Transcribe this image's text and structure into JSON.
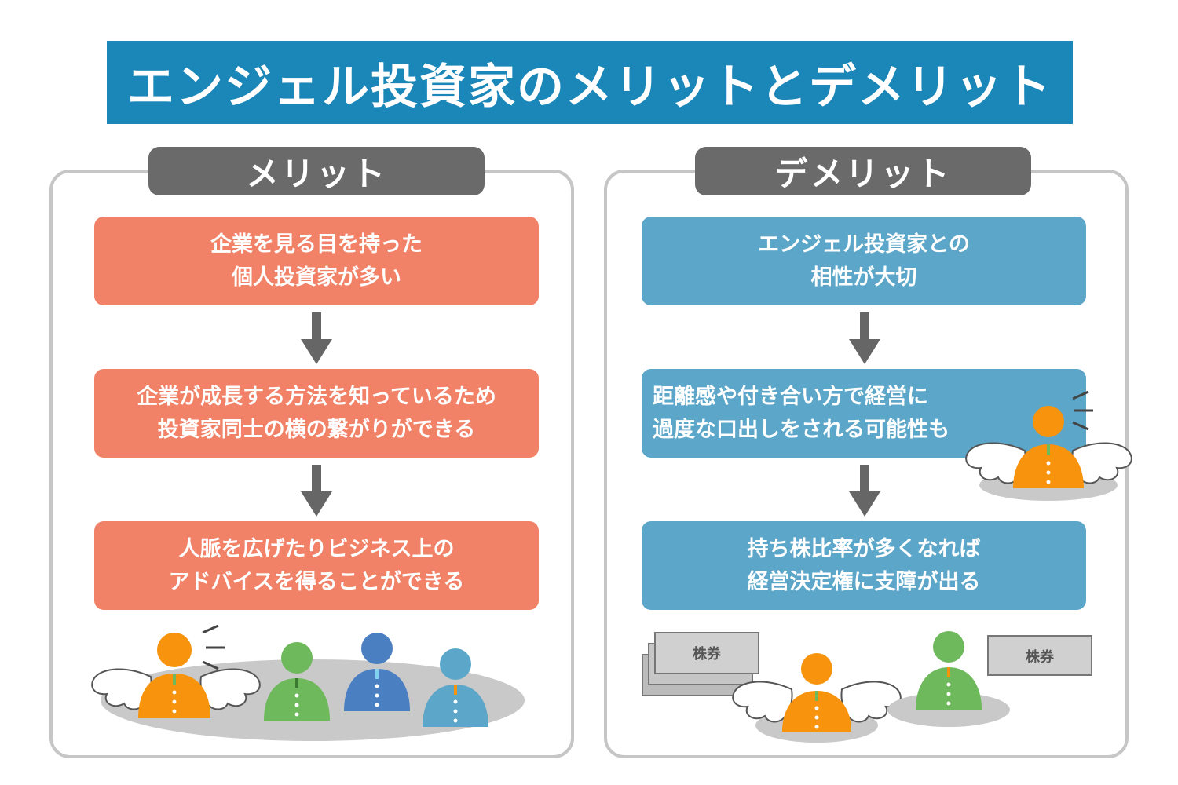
{
  "title": "エンジェル投資家のメリットとデメリット",
  "merit": {
    "header": "メリット",
    "boxes": [
      "企業を見る目を持った\n個人投資家が多い",
      "企業が成長する方法を知っているため\n投資家同士の横の繋がりができる",
      "人脈を広げたりビジネス上の\nアドバイスを得ることができる"
    ]
  },
  "demerit": {
    "header": "デメリット",
    "boxes": [
      "エンジェル投資家との\n相性が大切",
      "距離感や付き合い方で経営に\n過度な口出しをされる可能性も",
      "持ち株比率が多くなれば\n経営決定権に支障が出る"
    ],
    "ticket_label": "株券"
  },
  "colors": {
    "title_bg": "#1a87b8",
    "merit_box": "#f28267",
    "demerit_box": "#5ca7c9",
    "header_bg": "#6a6a6a",
    "arrow": "#666666",
    "orange_person": "#f7930d",
    "green_person": "#6db95b",
    "blue_person": "#4a7fc2",
    "lightblue_person": "#5ca7c9"
  }
}
